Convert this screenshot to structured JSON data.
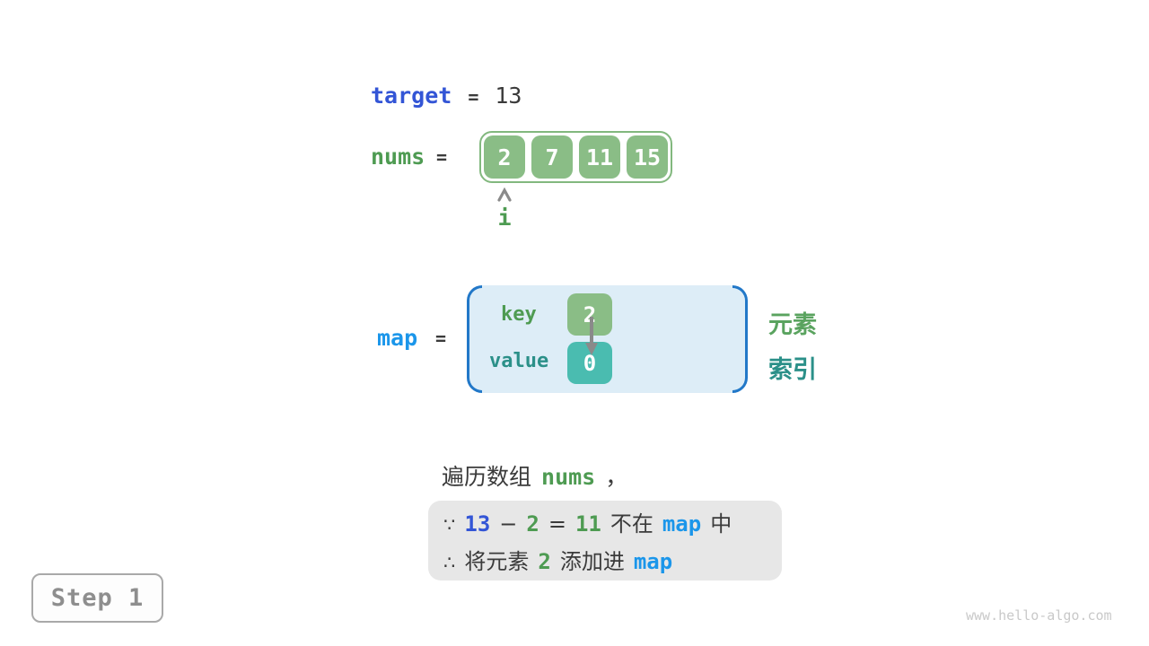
{
  "colors": {
    "target_blue": "#3355d6",
    "map_blue": "#1b96ea",
    "code_green": "#4e9b52",
    "label_green": "#5aa35f",
    "teal": "#2b9089",
    "cell_green_bg": "#8abd86",
    "cell_teal_bg": "#4abcb0",
    "array_border_green": "#82b87e",
    "map_box_bg": "#ddedf7",
    "map_box_border": "#2278c8",
    "note_bg": "#e7e7e7",
    "dark_text": "#3b3b3b",
    "arrow_gray": "#8a8a8a"
  },
  "target_row": {
    "name": "target",
    "equals": "=",
    "value": "13"
  },
  "nums_row": {
    "name": "nums",
    "equals": "=",
    "cells": [
      "2",
      "7",
      "11",
      "15"
    ],
    "pointer_label": "i"
  },
  "map_row": {
    "name": "map",
    "equals": "=",
    "key_label": "key",
    "key_value": "2",
    "value_label": "value",
    "value_value": "0",
    "element_label": "元素",
    "index_label": "索引"
  },
  "caption": {
    "prefix": "遍历数组",
    "code": "nums",
    "comma": "，"
  },
  "note": {
    "line1": [
      "∵",
      "13",
      "−",
      "2",
      "=",
      "11",
      "不在",
      "map",
      "中"
    ],
    "line2": [
      "∴",
      "将元素",
      "2",
      "添加进",
      "map"
    ]
  },
  "footer": {
    "step_label": "Step 1",
    "watermark": "www.hello-algo.com"
  }
}
